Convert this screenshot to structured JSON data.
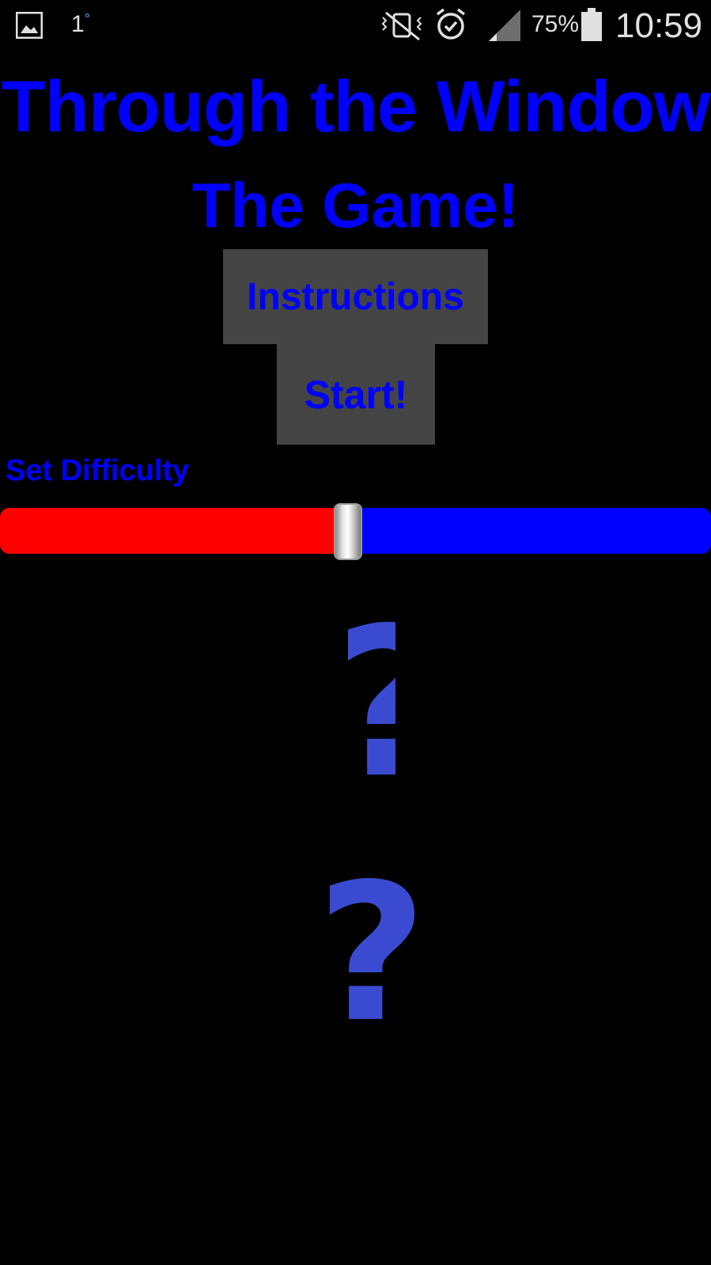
{
  "status_bar": {
    "temperature": "1",
    "temperature_unit": "°",
    "battery_percent": "75%",
    "time": "10:59",
    "icons": [
      "gallery-icon",
      "vibrate-mute-icon",
      "alarm-icon",
      "signal-icon",
      "battery-icon"
    ]
  },
  "title": {
    "line1": "Through the Window",
    "line2": "The Game!"
  },
  "buttons": {
    "instructions": "Instructions",
    "start": "Start!"
  },
  "difficulty": {
    "label": "Set Difficulty",
    "value_fraction": 0.5
  },
  "images": {
    "top_glyph": "?",
    "bottom_glyph": "?"
  },
  "colors": {
    "text": "#0000ff",
    "button_bg": "#444444",
    "slider_left": "#ff0000",
    "slider_right": "#0000ff",
    "glyph": "#3b4bd1"
  }
}
